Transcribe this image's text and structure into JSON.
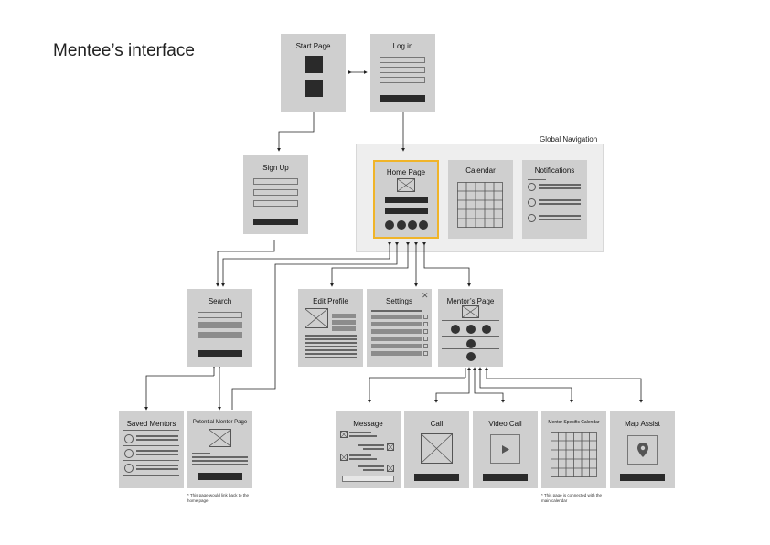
{
  "title": "Mentee’s interface",
  "global_nav_label": "Global Navigation",
  "screens": {
    "start_page": "Start Page",
    "log_in": "Log in",
    "sign_up": "Sign Up",
    "home_page": "Home Page",
    "calendar": "Calendar",
    "notifications": "Notifications",
    "search": "Search",
    "edit_profile": "Edit Profile",
    "settings": "Settings",
    "mentors_page": "Mentor’s Page",
    "saved_mentors": "Saved Mentors",
    "potential_mentor_page": "Potential Mentor Page",
    "message": "Message",
    "call": "Call",
    "video_call": "Video Call",
    "mentor_specific_calendar": "Mentor Specific Calendar",
    "map_assist": "Map Assist"
  },
  "notes": {
    "potential_mentor": "* This page would link back to the home page",
    "mentor_calendar": "* This page is connected with the main calendar"
  },
  "icons": [
    "close-icon",
    "image-placeholder-icon",
    "play-icon",
    "map-pin-icon"
  ],
  "colors": {
    "card": "#cfcfcf",
    "highlight": "#f0b429",
    "global_nav_bg": "#eeeeee",
    "ink": "#2a2a2a"
  }
}
